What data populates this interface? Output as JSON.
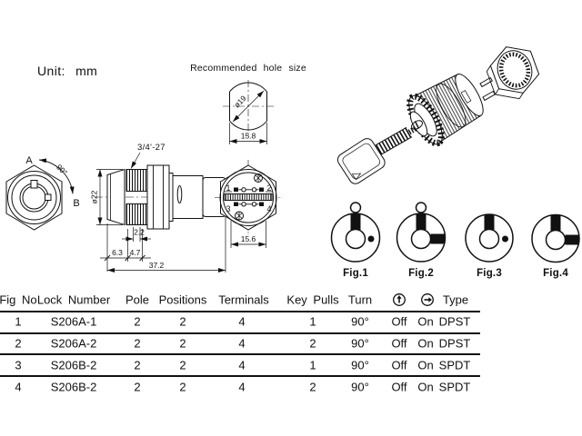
{
  "unit_label": "Unit: mm",
  "front_view": {
    "point_a": "A",
    "point_b": "B",
    "angle": "90°"
  },
  "side_view": {
    "thread_spec": "3/4'-27",
    "diameter": "ø22",
    "dim_groove": "2.2",
    "dim_front": "6.3",
    "dim_thread": "4.7",
    "dim_total": "37.2"
  },
  "hole_view": {
    "title": "Recommended hole size",
    "diameter": "ø19",
    "width_flats": "15.8"
  },
  "back_view": {
    "terminal_1": "1",
    "terminal_2": "2",
    "terminal_3": "3",
    "terminal_4": "4",
    "width": "15.6"
  },
  "figures": [
    {
      "label": "Fig.1",
      "key_positions": "vertical only, removable top, dot right"
    },
    {
      "label": "Fig.2",
      "key_positions": "vertical and horizontal, removable top"
    },
    {
      "label": "Fig.3",
      "key_positions": "vertical only, dot right"
    },
    {
      "label": "Fig.4",
      "key_positions": "vertical and horizontal"
    }
  ],
  "table": {
    "headers": {
      "fig_no": "Fig No",
      "lock_number": "Lock Number",
      "pole": "Pole",
      "positions": "Positions",
      "terminals": "Terminals",
      "key_pulls": "Key Pulls",
      "turn": "Turn",
      "off_icon": "circled-up-arrow-icon",
      "on_icon": "circled-right-arrow-icon",
      "type": "Type"
    },
    "rows": [
      {
        "fig_no": "1",
        "lock_number": "S206A-1",
        "pole": "2",
        "positions": "2",
        "terminals": "4",
        "key_pulls": "1",
        "turn": "90°",
        "off": "Off",
        "on": "On",
        "type": "DPST"
      },
      {
        "fig_no": "2",
        "lock_number": "S206A-2",
        "pole": "2",
        "positions": "2",
        "terminals": "4",
        "key_pulls": "2",
        "turn": "90°",
        "off": "Off",
        "on": "On",
        "type": "DPST"
      },
      {
        "fig_no": "3",
        "lock_number": "S206B-2",
        "pole": "2",
        "positions": "2",
        "terminals": "4",
        "key_pulls": "1",
        "turn": "90°",
        "off": "Off",
        "on": "On",
        "type": "SPDT"
      },
      {
        "fig_no": "4",
        "lock_number": "S206B-2",
        "pole": "2",
        "positions": "2",
        "terminals": "4",
        "key_pulls": "2",
        "turn": "90°",
        "off": "Off",
        "on": "On",
        "type": "SPDT"
      }
    ]
  },
  "colors": {
    "ink": "#111111",
    "background": "#ffffff"
  }
}
